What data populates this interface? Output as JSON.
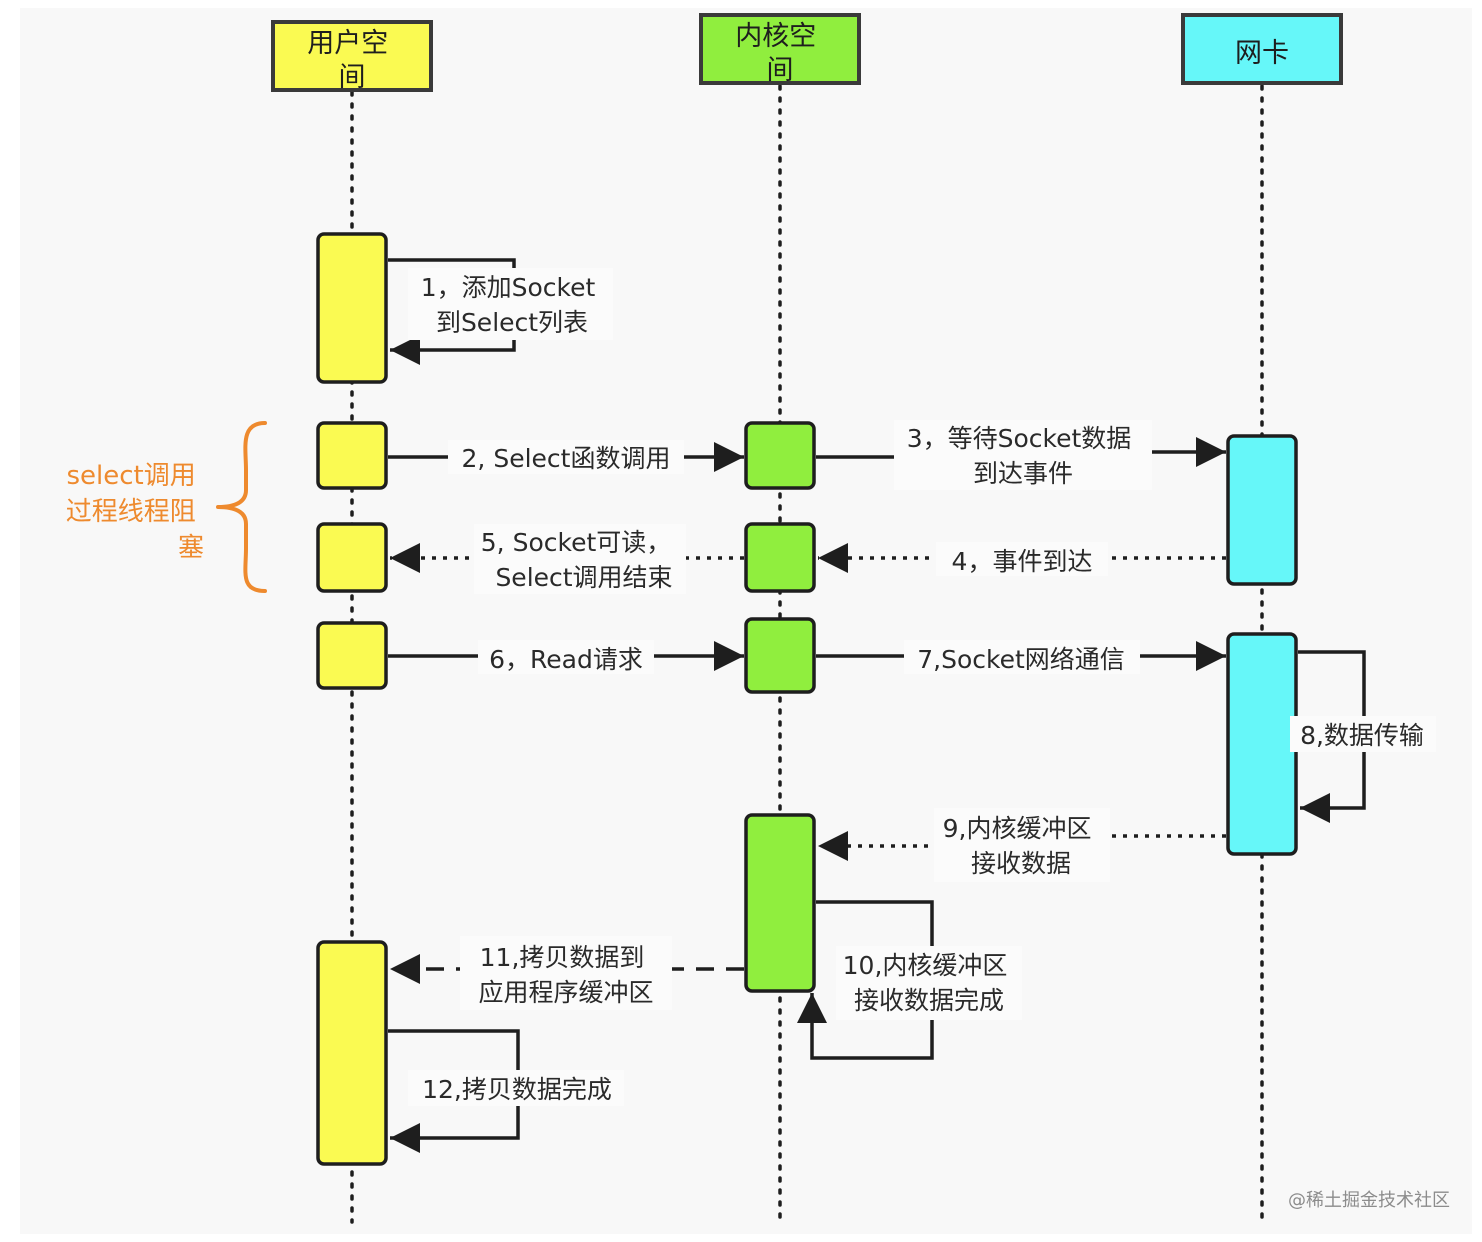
{
  "colors": {
    "user_space": "#fafa52",
    "kernel_space": "#90ee3e",
    "nic": "#66f7f9",
    "brace": "#ee8a2e",
    "ink": "#1e1e1e"
  },
  "participants": [
    {
      "id": "user",
      "label_lines": [
        "用户空",
        "间"
      ]
    },
    {
      "id": "kernel",
      "label_lines": [
        "内核空",
        "间"
      ]
    },
    {
      "id": "nic",
      "label_lines": [
        "网卡"
      ]
    }
  ],
  "messages": [
    {
      "id": "m1",
      "from": "user",
      "to": "user",
      "style": "solid",
      "lines": [
        "1，添加Socket",
        "到Select列表"
      ]
    },
    {
      "id": "m2",
      "from": "user",
      "to": "kernel",
      "style": "solid",
      "lines": [
        "2, Select函数调用"
      ]
    },
    {
      "id": "m3",
      "from": "kernel",
      "to": "nic",
      "style": "solid",
      "lines": [
        "3，等待Socket数据",
        "到达事件"
      ]
    },
    {
      "id": "m4",
      "from": "nic",
      "to": "kernel",
      "style": "dotted",
      "lines": [
        "4，事件到达"
      ]
    },
    {
      "id": "m5",
      "from": "kernel",
      "to": "user",
      "style": "dotted",
      "lines": [
        "5, Socket可读，",
        "Select调用结束"
      ]
    },
    {
      "id": "m6",
      "from": "user",
      "to": "kernel",
      "style": "solid",
      "lines": [
        "6，Read请求"
      ]
    },
    {
      "id": "m7",
      "from": "kernel",
      "to": "nic",
      "style": "solid",
      "lines": [
        "7,Socket网络通信"
      ]
    },
    {
      "id": "m8",
      "from": "nic",
      "to": "nic",
      "style": "solid",
      "lines": [
        "8,数据传输"
      ]
    },
    {
      "id": "m9",
      "from": "nic",
      "to": "kernel",
      "style": "dotted",
      "lines": [
        "9,内核缓冲区",
        "接收数据"
      ]
    },
    {
      "id": "m10",
      "from": "kernel",
      "to": "kernel",
      "style": "solid",
      "lines": [
        "10,内核缓冲区",
        "接收数据完成"
      ]
    },
    {
      "id": "m11",
      "from": "kernel",
      "to": "user",
      "style": "dashed",
      "lines": [
        "11,拷贝数据到",
        "应用程序缓冲区"
      ]
    },
    {
      "id": "m12",
      "from": "user",
      "to": "user",
      "style": "solid",
      "lines": [
        "12,拷贝数据完成"
      ]
    }
  ],
  "annotation": {
    "lines": [
      "select调用",
      "过程线程阻",
      "塞"
    ]
  },
  "watermark": "@稀土掘金技术社区"
}
